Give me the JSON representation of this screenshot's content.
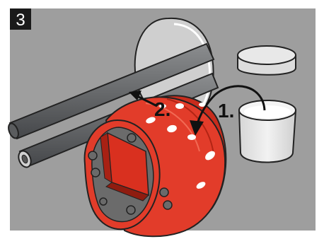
{
  "step_badge": {
    "number": "3"
  },
  "callouts": [
    {
      "label": "1."
    },
    {
      "label": "2."
    }
  ],
  "colors": {
    "background": "#9e9e9e",
    "pipe": "#6f7173",
    "collar_red": "#e23c2a",
    "collar_dark": "#b22414",
    "container": "#e8e8e8",
    "badge": "#1a1a1a"
  }
}
